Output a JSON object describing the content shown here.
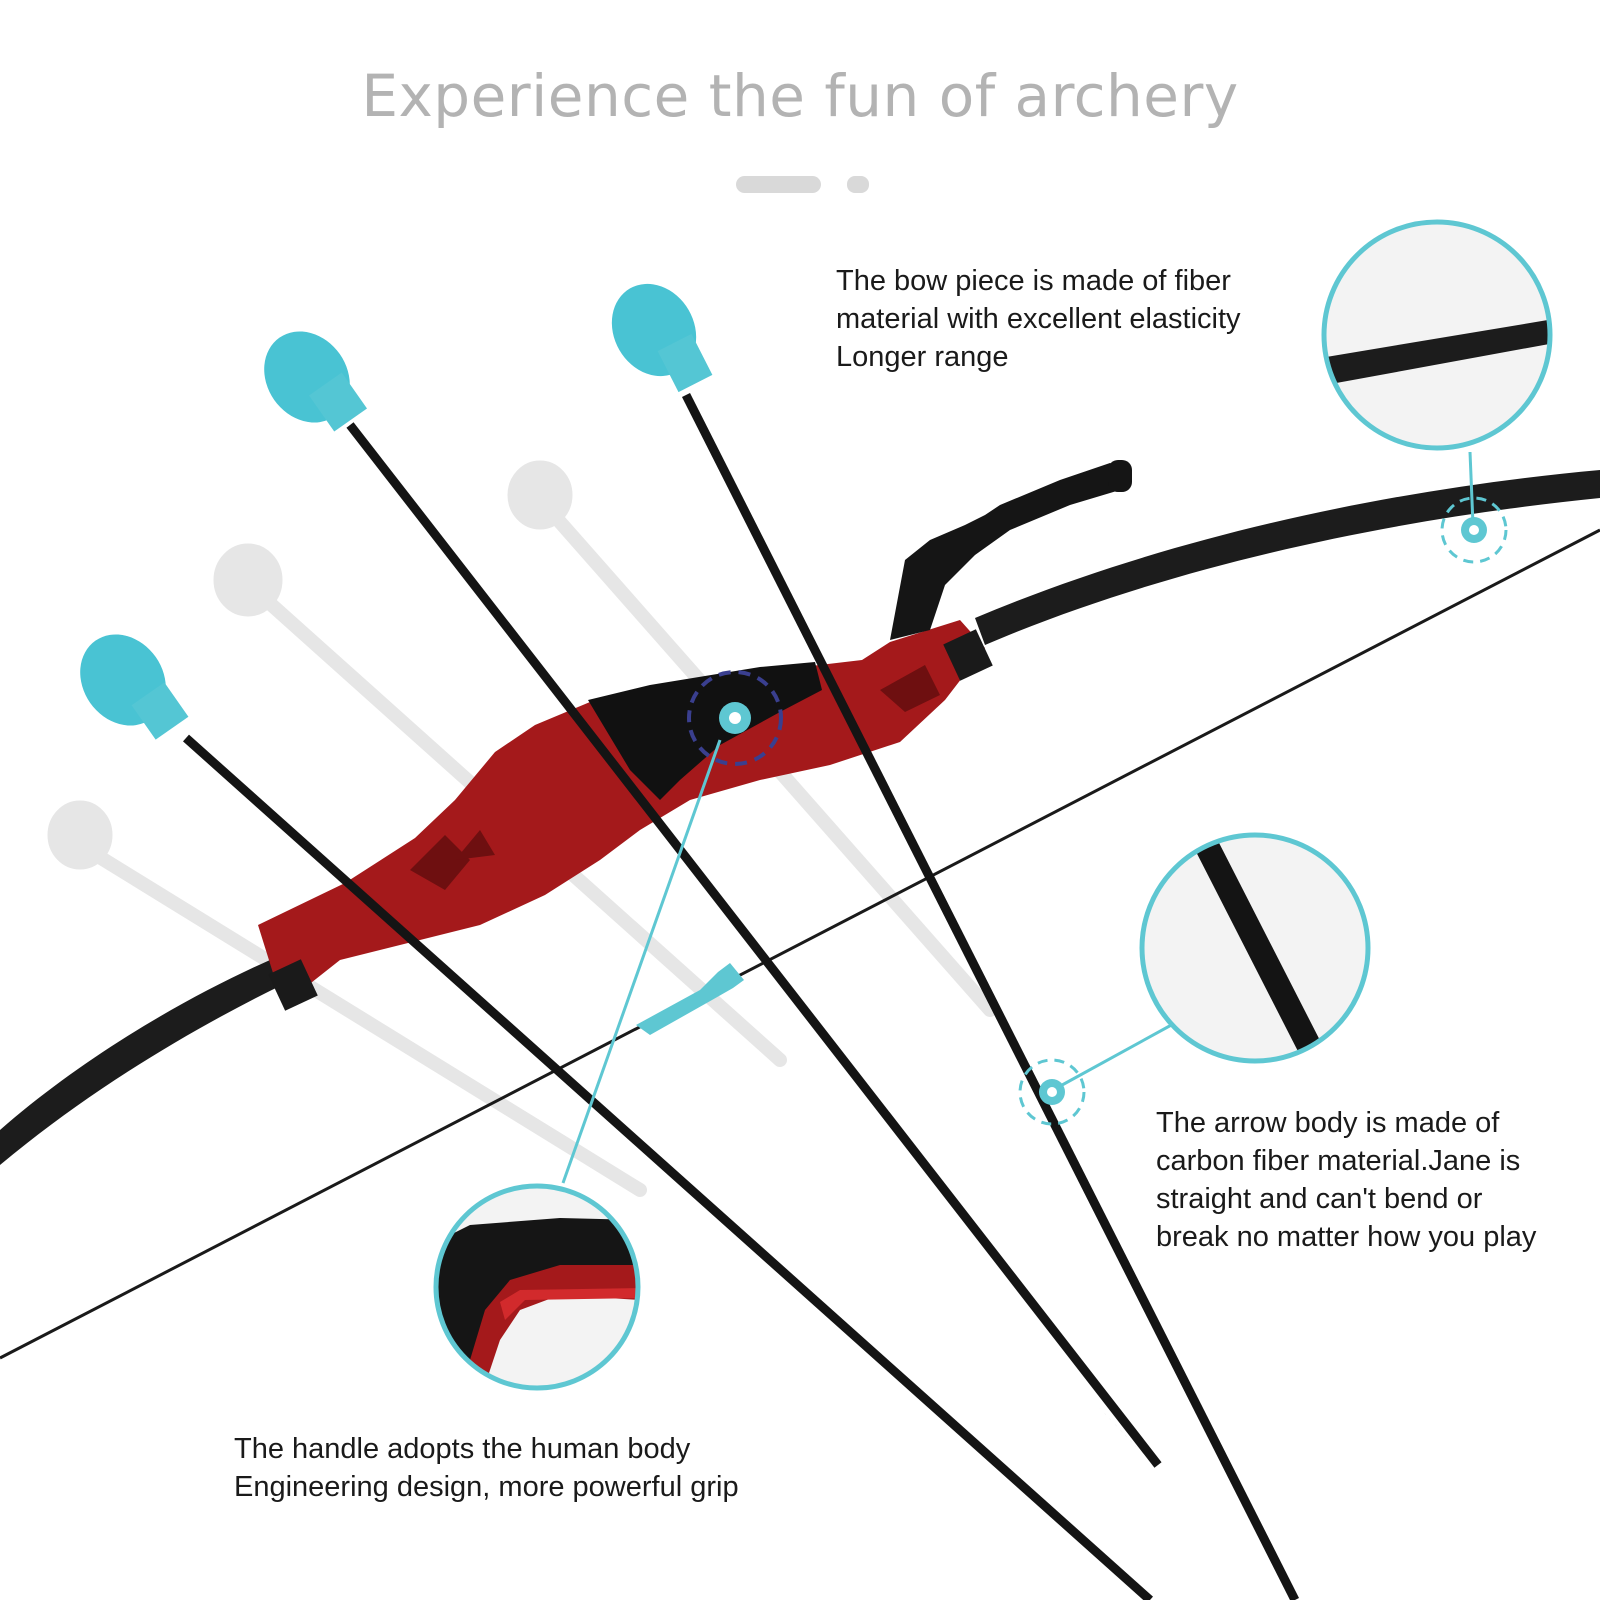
{
  "headline": "Experience the fun of archery",
  "pager": {
    "total": 2,
    "active": 1
  },
  "colors": {
    "accent_teal": "#5ec7d2",
    "cup_teal": "#49c3d3",
    "riser_red": "#a4191b",
    "limb_black": "#1c1c1c",
    "headline_gray": "#b3b3b3",
    "shadow_gray": "#e4e4e4"
  },
  "callouts": {
    "bow_piece": {
      "lines": [
        "The bow piece is made of fiber",
        "material with excellent elasticity",
        "Longer range"
      ],
      "marker_icon": "target-marker-icon"
    },
    "arrow_body": {
      "lines": [
        "The arrow body is made of",
        "carbon fiber material.Jane is",
        "straight and can't bend or",
        "break no matter how you play"
      ],
      "marker_icon": "target-marker-icon"
    },
    "handle": {
      "lines": [
        "The handle adopts the human body",
        "Engineering design, more powerful grip"
      ],
      "marker_icon": "target-marker-icon"
    }
  }
}
